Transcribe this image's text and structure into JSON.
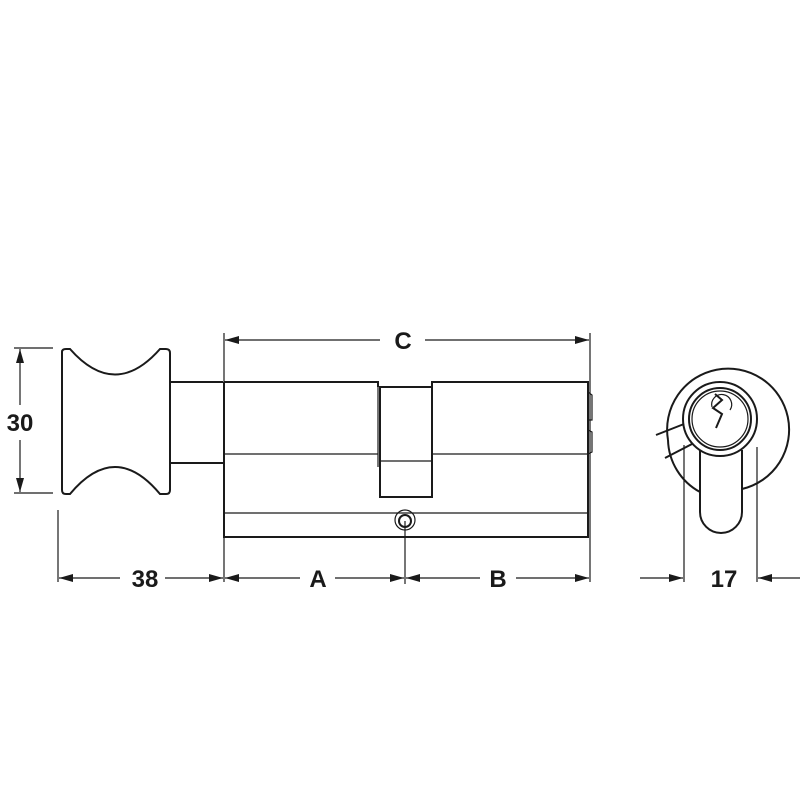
{
  "labels": {
    "c": "C",
    "height": "30",
    "knob_length": "38",
    "a": "A",
    "b": "B",
    "width": "17"
  },
  "colors": {
    "line": "#1a1a1a",
    "background": "#ffffff"
  }
}
